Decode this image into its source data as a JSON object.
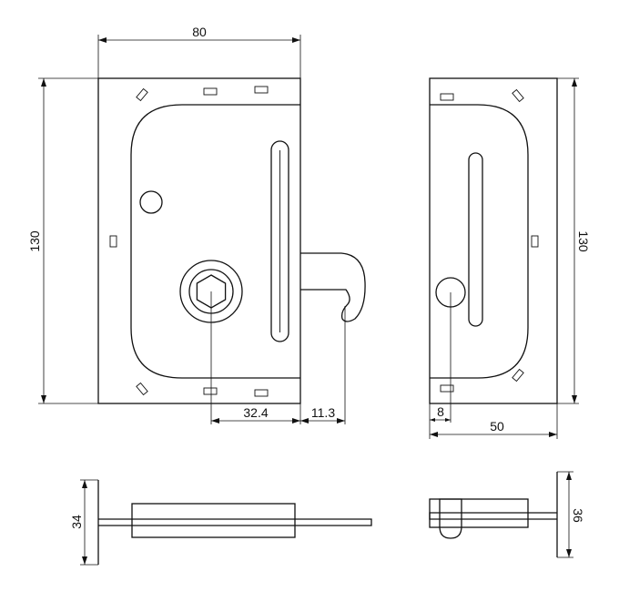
{
  "dimensions": {
    "front_width": "80",
    "front_height": "130",
    "offset_center": "32.4",
    "offset_hook": "11.3",
    "side_height": "130",
    "side_offset": "8",
    "side_width": "50",
    "bottom_left_thickness": "34",
    "bottom_right_thickness": "36"
  }
}
